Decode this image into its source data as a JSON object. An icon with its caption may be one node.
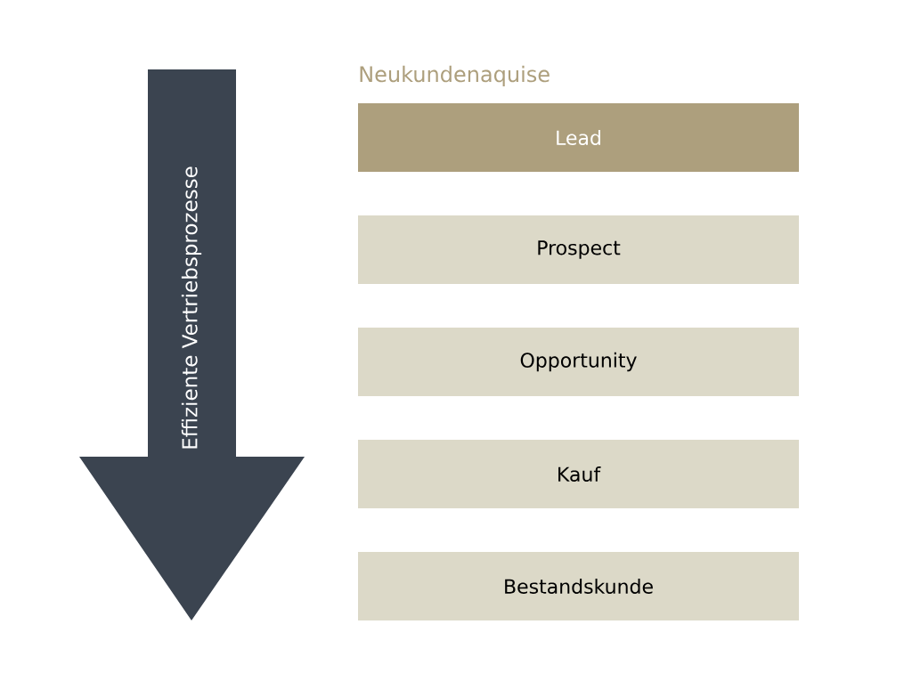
{
  "diagram": {
    "title": "Neukundenaquise",
    "nodes": [
      {
        "text": [
          "Effiziente Vertriebsprozesse"
        ]
      },
      {
        "text": [
          "Lead"
        ]
      },
      {
        "text": [
          "Prospect"
        ]
      },
      {
        "text": [
          "Opportunity"
        ]
      },
      {
        "text": [
          "Kauf"
        ]
      },
      {
        "text": [
          "Bestandskunde"
        ]
      }
    ],
    "edges": []
  }
}
